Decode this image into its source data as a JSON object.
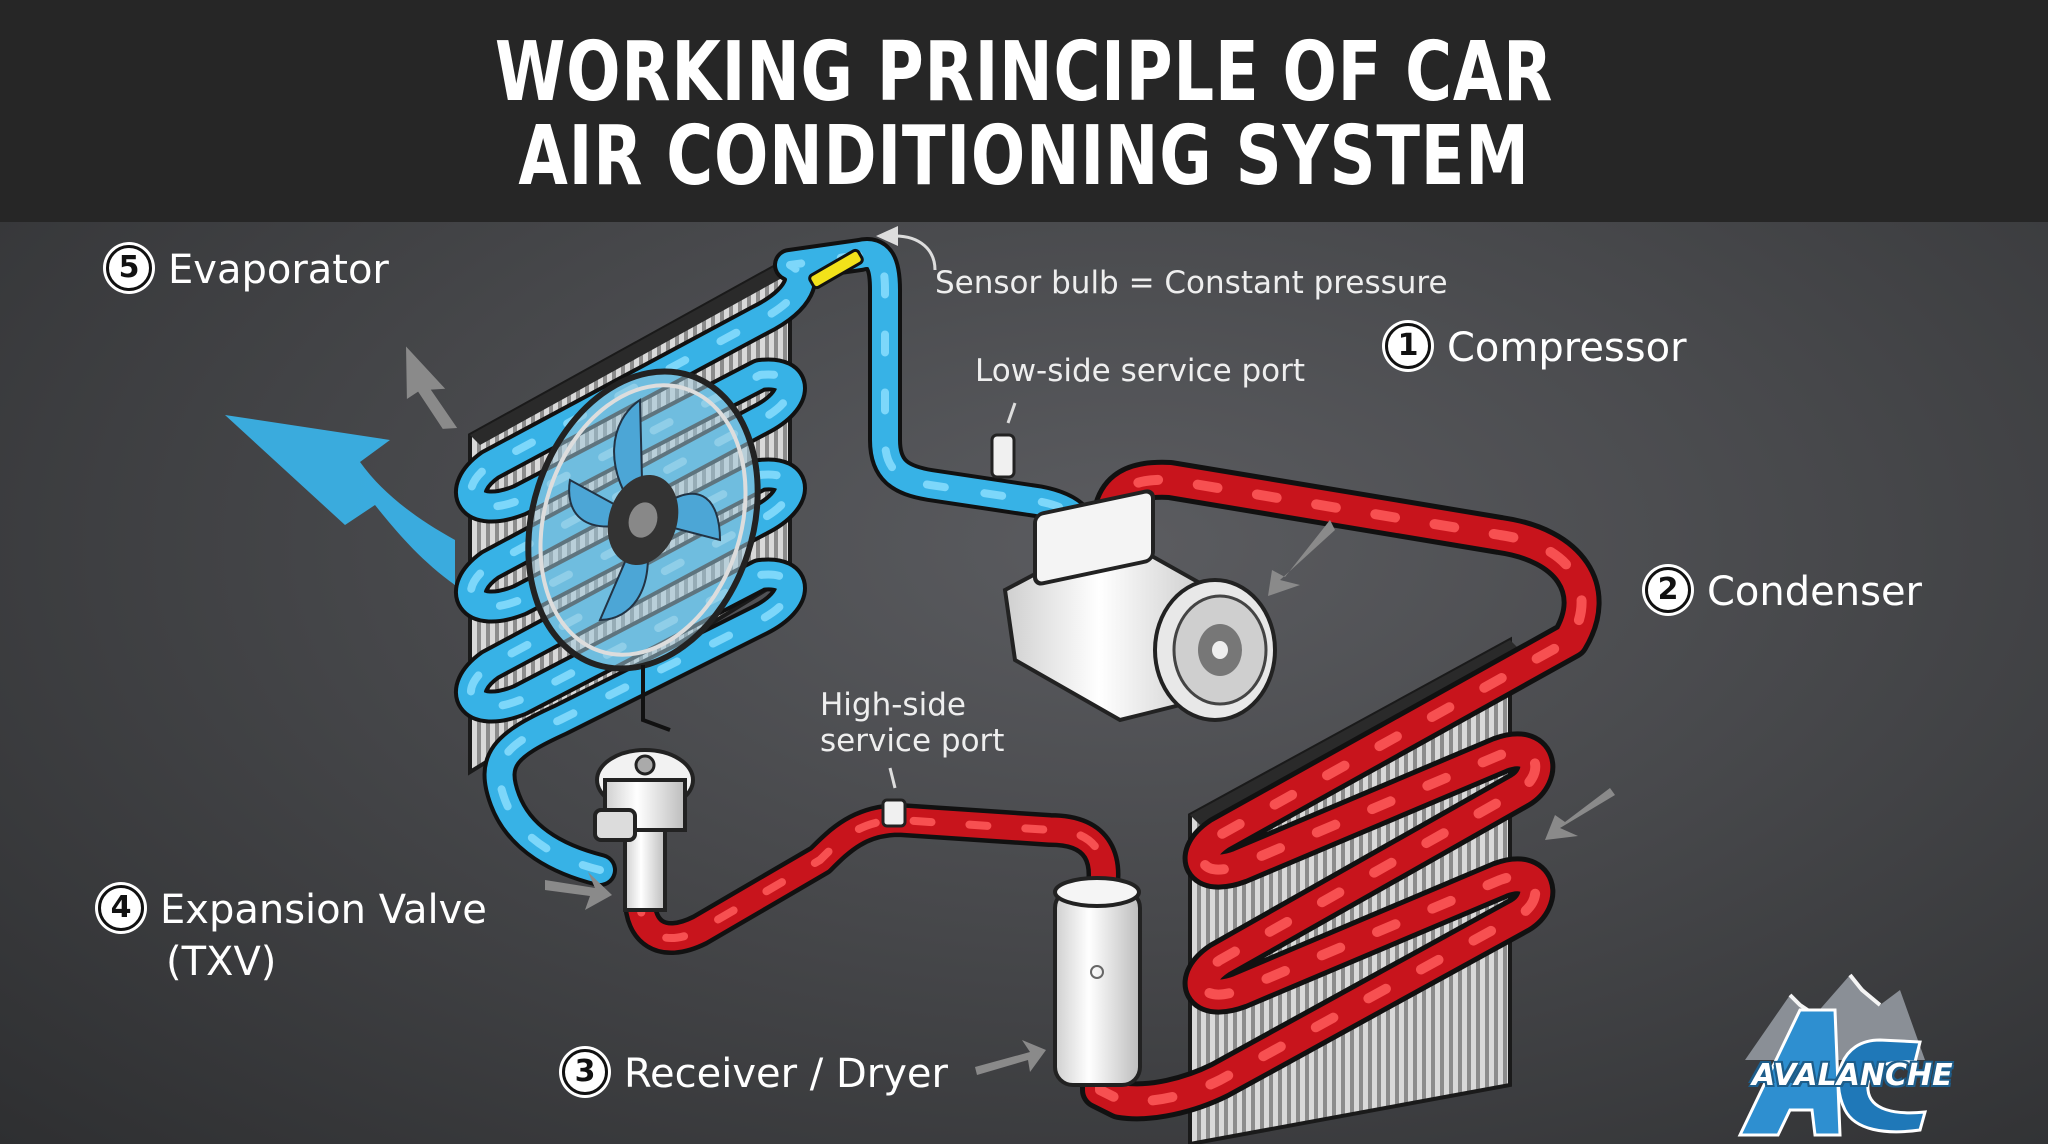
{
  "title": {
    "line1": "WORKING PRINCIPLE OF CAR",
    "line2": "AIR CONDITIONING SYSTEM"
  },
  "components": [
    {
      "number": "1",
      "label": "Compressor"
    },
    {
      "number": "2",
      "label": "Condenser"
    },
    {
      "number": "3",
      "label": "Receiver / Dryer"
    },
    {
      "number": "4",
      "label": "Expansion Valve",
      "sublabel": "(TXV)"
    },
    {
      "number": "5",
      "label": "Evaporator"
    }
  ],
  "annotations": {
    "sensor_bulb": "Sensor bulb = Constant pressure",
    "low_side_port": "Low-side service port",
    "high_side_port_line1": "High-side",
    "high_side_port_line2": "service port"
  },
  "logo": {
    "text": "AVALANCHE",
    "mark": "AC"
  },
  "colors": {
    "cold_line": "#37b2e6",
    "hot_line": "#c8141c",
    "sensor_bulb": "#f2e21a",
    "title_bar": "#262626",
    "background": "#47484b"
  },
  "icons": [
    "fan-icon",
    "arrow-icon",
    "mountain-logo-icon"
  ]
}
